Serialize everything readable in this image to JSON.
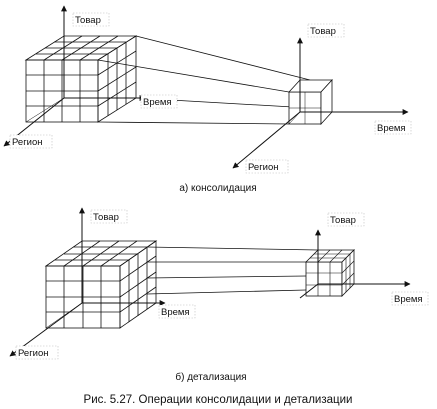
{
  "panel_a": {
    "big_cube_axes": {
      "vertical": "Товар",
      "horizontal": "Время",
      "diagonal": "Регион"
    },
    "small_cube_axes": {
      "vertical": "Товар",
      "horizontal": "Время",
      "diagonal": "Регион"
    },
    "caption": "а) консолидация"
  },
  "panel_b": {
    "big_cube_axes": {
      "vertical": "Товар",
      "horizontal": "Время",
      "diagonal": "Регион"
    },
    "small_cube_axes": {
      "vertical": "Товар",
      "horizontal": "Время"
    },
    "caption": "б) детализация"
  },
  "figure_caption": "Рис. 5.27. Операции консолидации и детализации",
  "colors": {
    "line": "#111111",
    "label_border": "#bdbdbd"
  }
}
